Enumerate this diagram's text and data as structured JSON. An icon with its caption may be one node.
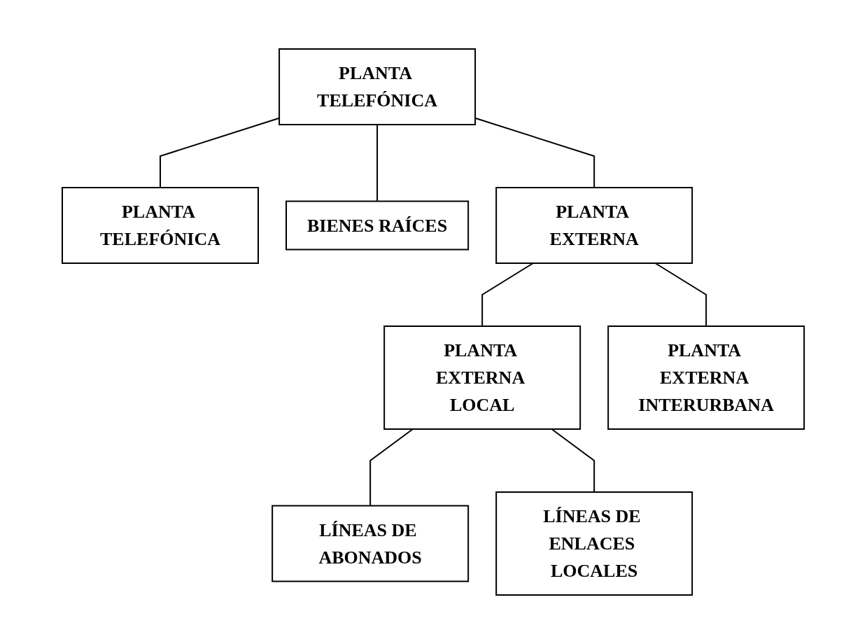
{
  "diagram": {
    "nodes": [
      {
        "text": [
          "PLANTA TELEFÓNICA"
        ]
      },
      {
        "text": [
          "PLANTA TELEFÓNICA"
        ]
      },
      {
        "text": [
          "BIENES RAÍCES"
        ]
      },
      {
        "text": [
          "PLANTA EXTERNA"
        ]
      },
      {
        "text": [
          "PLANTA EXTERNA LOCAL"
        ]
      },
      {
        "text": [
          "PLANTA EXTERNA INTERURBANA"
        ]
      },
      {
        "text": [
          "LÍNEAS DE ABONADOS"
        ]
      },
      {
        "text": [
          "LÍNEAS DE ENLACES LOCALES"
        ]
      }
    ],
    "edges": [
      {
        "from": 0,
        "to": 1,
        "arrow": "none"
      },
      {
        "from": 0,
        "to": 2,
        "arrow": "none"
      },
      {
        "from": 0,
        "to": 3,
        "arrow": "none"
      },
      {
        "from": 3,
        "to": 4,
        "arrow": "none"
      },
      {
        "from": 3,
        "to": 5,
        "arrow": "none"
      },
      {
        "from": 4,
        "to": 6,
        "arrow": "none"
      },
      {
        "from": 4,
        "to": 7,
        "arrow": "none"
      }
    ]
  }
}
